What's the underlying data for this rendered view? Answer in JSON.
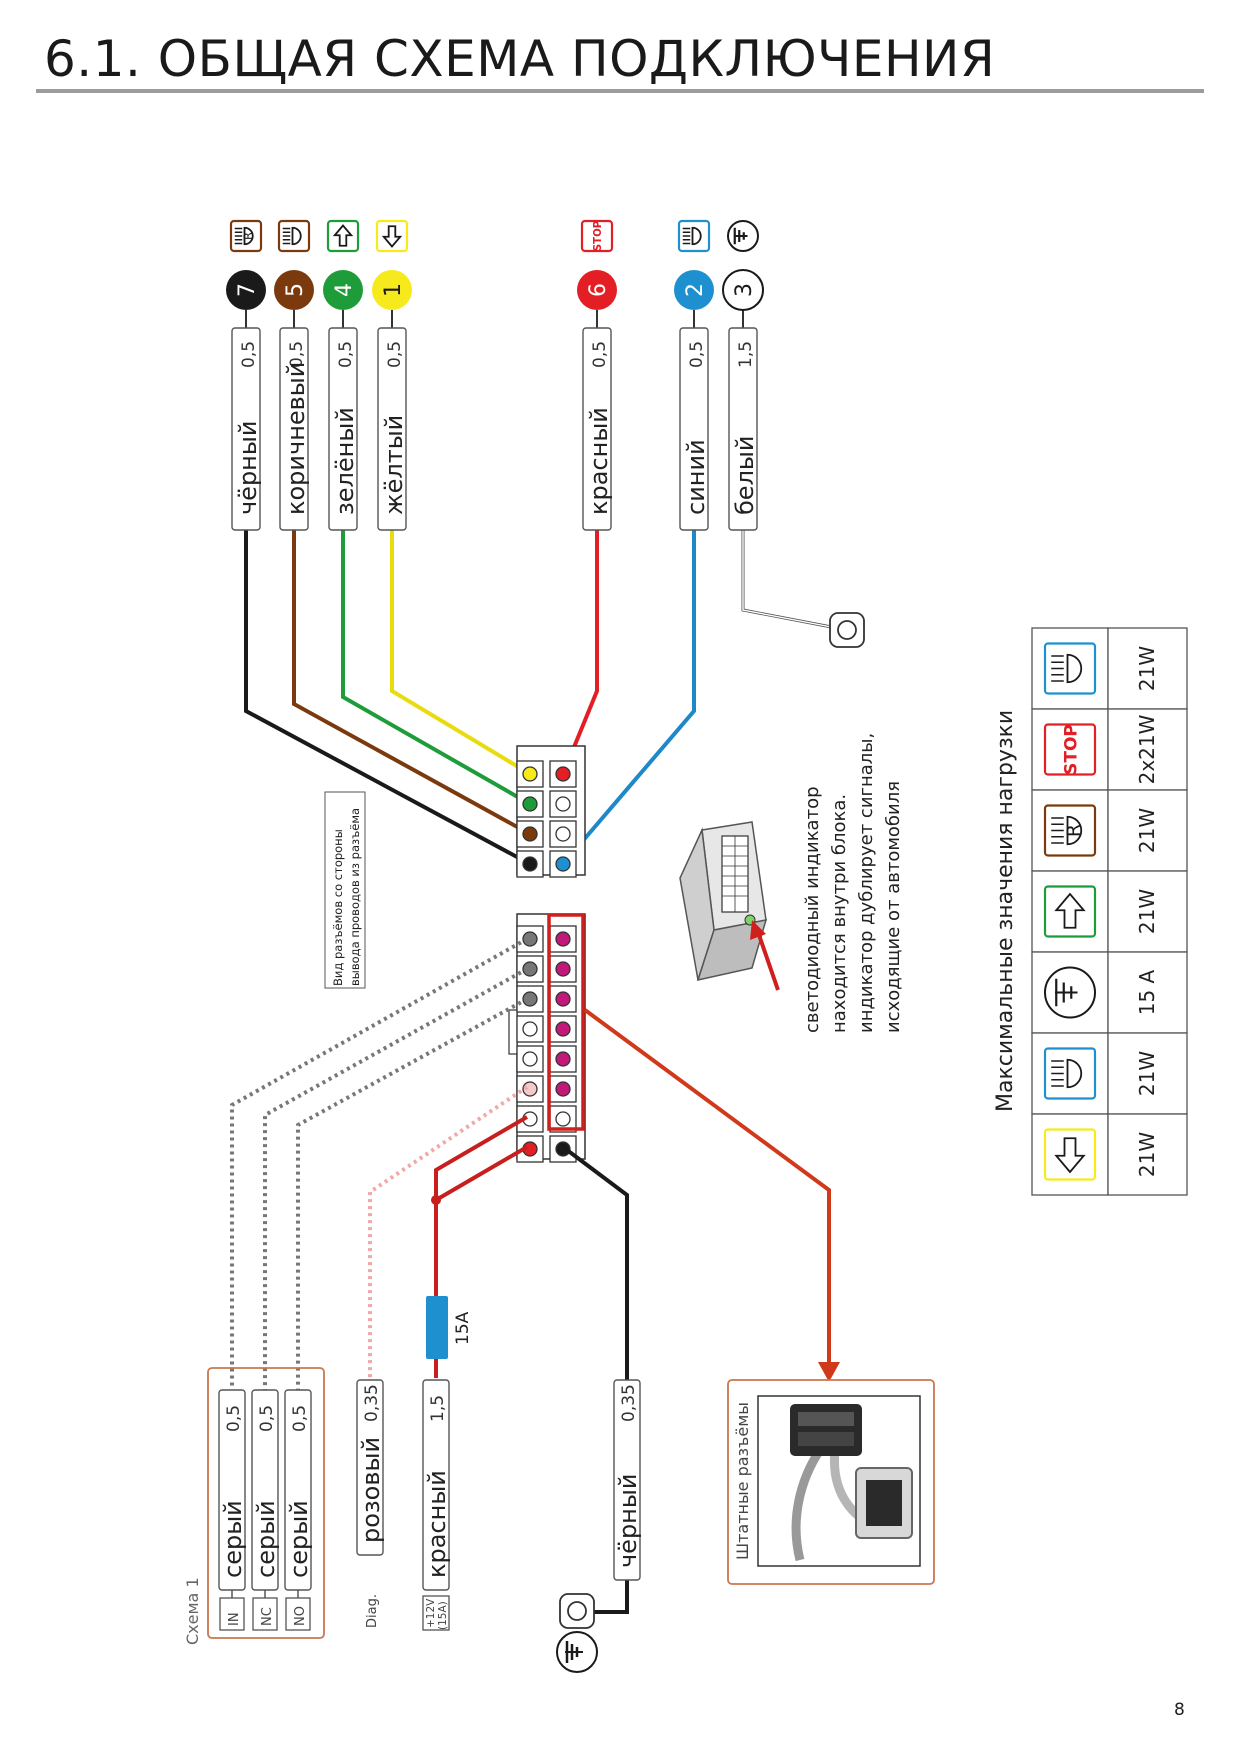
{
  "page": {
    "title": "6.1. ОБЩАЯ СХЕМА ПОДКЛЮЧЕНИЯ",
    "page_number": "8"
  },
  "colors": {
    "black": "#1a1a1a",
    "brown": "#7a3a0e",
    "green": "#1e9c3a",
    "yellow": "#f6ea1c",
    "red": "#e31e24",
    "blue": "#1e90cf",
    "grey": "#777777",
    "pink": "#f0a8a8",
    "magenta": "#c2187a",
    "frame": "#c9774f",
    "wire_red": "#c81e1e",
    "wire_blue": "#1e88c8",
    "wire_orange": "#d03a1a"
  },
  "top_wires": [
    {
      "pin": "7",
      "color_name": "чёрный",
      "gauge": "0,5",
      "icon": "reverse-light-icon",
      "color": "#1a1a1a",
      "text_color": "#ffffff"
    },
    {
      "pin": "5",
      "color_name": "коричневый",
      "gauge": "0,5",
      "icon": "parking-light-icon",
      "color": "#7a3a0e",
      "text_color": "#ffffff"
    },
    {
      "pin": "4",
      "color_name": "зелёный",
      "gauge": "0,5",
      "icon": "turn-left-arrow-icon",
      "color": "#1e9c3a",
      "text_color": "#ffffff"
    },
    {
      "pin": "1",
      "color_name": "жёлтый",
      "gauge": "0,5",
      "icon": "turn-right-arrow-icon",
      "color": "#f6ea1c",
      "text_color": "#1a1a1a"
    },
    {
      "pin": "6",
      "color_name": "красный",
      "gauge": "0,5",
      "icon": "stop-light-icon",
      "color": "#e31e24",
      "text_color": "#ffffff",
      "icon_label": "STOP"
    },
    {
      "pin": "2",
      "color_name": "синий",
      "gauge": "0,5",
      "icon": "fog-light-icon",
      "color": "#1e90cf",
      "text_color": "#ffffff"
    },
    {
      "pin": "3",
      "color_name": "белый",
      "gauge": "1,5",
      "icon": "ground-icon",
      "color": "#ffffff",
      "text_color": "#1a1a1a"
    }
  ],
  "connector_note": {
    "line1": "Вид разъёмов со стороны",
    "line2": "вывода проводов из разъёма"
  },
  "led_note": {
    "lines": [
      "светодиодный индикатор",
      "находится внутри блока.",
      "индикатор дублирует сигналы,",
      "исходящие от автомобиля"
    ]
  },
  "load_table": {
    "title": "Максимальные значения нагрузки",
    "rows": [
      {
        "icon": "fog-light-icon",
        "value": "21W"
      },
      {
        "icon": "stop-light-icon",
        "value": "2x21W",
        "icon_label": "STOP"
      },
      {
        "icon": "reverse-light-icon",
        "value": "21W"
      },
      {
        "icon": "turn-left-arrow-icon",
        "value": "21W"
      },
      {
        "icon": "ground-icon",
        "value": "15 A"
      },
      {
        "icon": "fog-light-icon",
        "value": "21W"
      },
      {
        "icon": "turn-right-arrow-icon",
        "value": "21W"
      }
    ]
  },
  "bottom_wires": {
    "group_label": "Схема 1",
    "relay": [
      {
        "terminal": "IN",
        "color_name": "серый",
        "gauge": "0,5"
      },
      {
        "terminal": "NC",
        "color_name": "серый",
        "gauge": "0,5"
      },
      {
        "terminal": "NO",
        "color_name": "серый",
        "gauge": "0,5"
      }
    ],
    "diag": {
      "terminal": "Diag.",
      "color_name": "розовый",
      "gauge": "0,35"
    },
    "power": {
      "terminal_line1": "+12V",
      "terminal_line2": "(15A)",
      "color_name": "красный",
      "gauge": "1,5",
      "fuse": "15A"
    },
    "ground": {
      "color_name": "чёрный",
      "gauge": "0,35"
    }
  },
  "stock_connectors": {
    "label": "Штатные разъёмы"
  }
}
